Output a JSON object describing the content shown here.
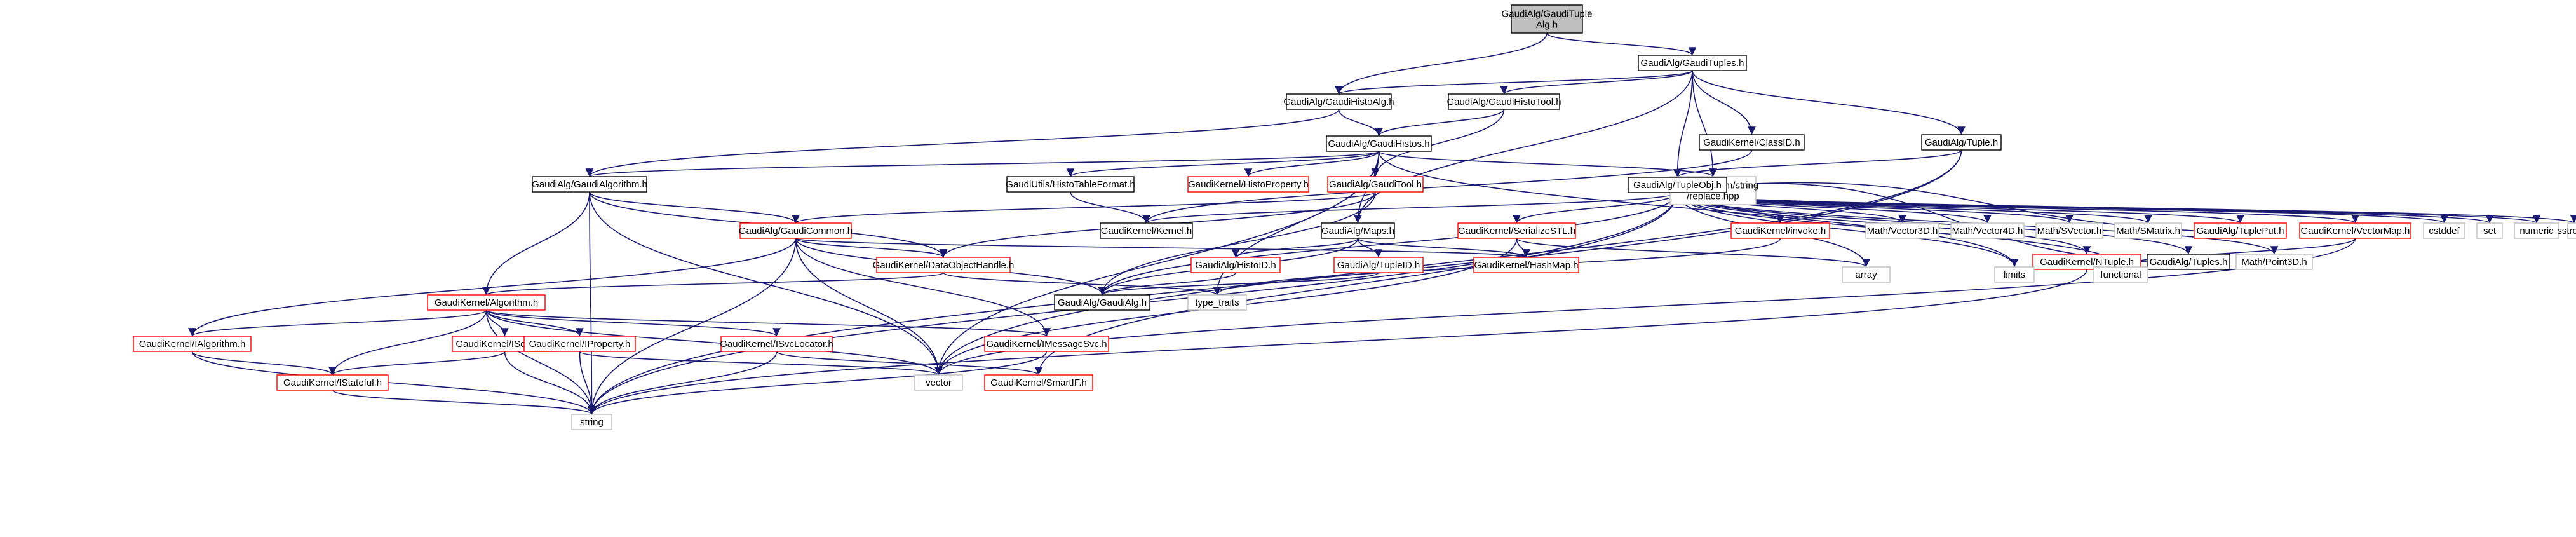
{
  "palette": {
    "root_fill": "#bfbfbf",
    "box_fill": "#ffffff",
    "black_border": "#000000",
    "red_border": "#ff0000",
    "gray_border": "#bfbfbf",
    "edge": "#191970"
  },
  "nodes": [
    {
      "id": "root",
      "label": "GaudiAlg/GaudiTuple\nAlg.h",
      "style": "root"
    },
    {
      "id": "gtuples",
      "label": "GaudiAlg/GaudiTuples.h",
      "style": "black"
    },
    {
      "id": "ghistoalg",
      "label": "GaudiAlg/GaudiHistoAlg.h",
      "style": "black"
    },
    {
      "id": "ghistotool",
      "label": "GaudiAlg/GaudiHistoTool.h",
      "style": "black"
    },
    {
      "id": "classid",
      "label": "GaudiKernel/ClassID.h",
      "style": "black"
    },
    {
      "id": "tupleh",
      "label": "GaudiAlg/Tuple.h",
      "style": "black"
    },
    {
      "id": "ghistos",
      "label": "GaudiAlg/GaudiHistos.h",
      "style": "black"
    },
    {
      "id": "boostrep",
      "label": "boost/algorithm/string\n/replace.hpp",
      "style": "gray"
    },
    {
      "id": "galgorithm",
      "label": "GaudiAlg/GaudiAlgorithm.h",
      "style": "black"
    },
    {
      "id": "histotable",
      "label": "GaudiUtils/HistoTableFormat.h",
      "style": "black"
    },
    {
      "id": "histoprop",
      "label": "GaudiKernel/HistoProperty.h",
      "style": "red"
    },
    {
      "id": "gtool",
      "label": "GaudiAlg/GaudiTool.h",
      "style": "red"
    },
    {
      "id": "tupleobj",
      "label": "GaudiAlg/TupleObj.h",
      "style": "black"
    },
    {
      "id": "gcommon",
      "label": "GaudiAlg/GaudiCommon.h",
      "style": "red"
    },
    {
      "id": "kernelh",
      "label": "GaudiKernel/Kernel.h",
      "style": "black"
    },
    {
      "id": "maps",
      "label": "GaudiAlg/Maps.h",
      "style": "black"
    },
    {
      "id": "serstl",
      "label": "GaudiKernel/SerializeSTL.h",
      "style": "red"
    },
    {
      "id": "invoke",
      "label": "GaudiKernel/invoke.h",
      "style": "red"
    },
    {
      "id": "vec3d",
      "label": "Math/Vector3D.h",
      "style": "gray"
    },
    {
      "id": "vec4d",
      "label": "Math/Vector4D.h",
      "style": "gray"
    },
    {
      "id": "svector",
      "label": "Math/SVector.h",
      "style": "gray"
    },
    {
      "id": "smatrix",
      "label": "Math/SMatrix.h",
      "style": "gray"
    },
    {
      "id": "tupleput",
      "label": "GaudiAlg/TuplePut.h",
      "style": "red"
    },
    {
      "id": "vectormap",
      "label": "GaudiKernel/VectorMap.h",
      "style": "red"
    },
    {
      "id": "cstddef",
      "label": "cstddef",
      "style": "gray"
    },
    {
      "id": "set",
      "label": "set",
      "style": "gray"
    },
    {
      "id": "numeric",
      "label": "numeric",
      "style": "gray"
    },
    {
      "id": "sstream",
      "label": "sstream",
      "style": "gray"
    },
    {
      "id": "ntuple",
      "label": "GaudiKernel/NTuple.h",
      "style": "red"
    },
    {
      "id": "tuplesh",
      "label": "GaudiAlg/Tuples.h",
      "style": "black"
    },
    {
      "id": "point3d",
      "label": "Math/Point3D.h",
      "style": "gray"
    },
    {
      "id": "dohandle",
      "label": "GaudiKernel/DataObjectHandle.h",
      "style": "red"
    },
    {
      "id": "histoid",
      "label": "GaudiAlg/HistoID.h",
      "style": "red"
    },
    {
      "id": "tupleid",
      "label": "GaudiAlg/TupleID.h",
      "style": "red"
    },
    {
      "id": "hashmap",
      "label": "GaudiKernel/HashMap.h",
      "style": "red"
    },
    {
      "id": "array",
      "label": "array",
      "style": "gray"
    },
    {
      "id": "limits",
      "label": "limits",
      "style": "gray"
    },
    {
      "id": "functional",
      "label": "functional",
      "style": "gray"
    },
    {
      "id": "kalgorithm",
      "label": "GaudiKernel/Algorithm.h",
      "style": "red"
    },
    {
      "id": "gaudialg",
      "label": "GaudiAlg/GaudiAlg.h",
      "style": "black"
    },
    {
      "id": "typetraits",
      "label": "type_traits",
      "style": "gray"
    },
    {
      "id": "ialgorithm",
      "label": "GaudiKernel/IAlgorithm.h",
      "style": "red"
    },
    {
      "id": "iservice",
      "label": "GaudiKernel/IService.h",
      "style": "red"
    },
    {
      "id": "iproperty",
      "label": "GaudiKernel/IProperty.h",
      "style": "red"
    },
    {
      "id": "isvclocator",
      "label": "GaudiKernel/ISvcLocator.h",
      "style": "red"
    },
    {
      "id": "imessagesvc",
      "label": "GaudiKernel/IMessageSvc.h",
      "style": "red"
    },
    {
      "id": "istateful",
      "label": "GaudiKernel/IStateful.h",
      "style": "red"
    },
    {
      "id": "vector",
      "label": "vector",
      "style": "gray"
    },
    {
      "id": "smartif",
      "label": "GaudiKernel/SmartIF.h",
      "style": "red"
    },
    {
      "id": "string",
      "label": "string",
      "style": "gray"
    }
  ],
  "edges": [
    [
      "root",
      "gtuples"
    ],
    [
      "root",
      "ghistoalg"
    ],
    [
      "gtuples",
      "ghistoalg"
    ],
    [
      "gtuples",
      "ghistotool"
    ],
    [
      "gtuples",
      "classid"
    ],
    [
      "gtuples",
      "tupleh"
    ],
    [
      "gtuples",
      "boostrep"
    ],
    [
      "gtuples",
      "maps"
    ],
    [
      "gtuples",
      "tupleobj"
    ],
    [
      "ghistoalg",
      "ghistos"
    ],
    [
      "ghistoalg",
      "galgorithm"
    ],
    [
      "ghistotool",
      "ghistos"
    ],
    [
      "ghistotool",
      "gtool"
    ],
    [
      "classid",
      "kernelh"
    ],
    [
      "tupleh",
      "tupleobj"
    ],
    [
      "tupleh",
      "vector"
    ],
    [
      "tupleh",
      "string"
    ],
    [
      "ghistos",
      "galgorithm"
    ],
    [
      "ghistos",
      "histotable"
    ],
    [
      "ghistos",
      "histoprop"
    ],
    [
      "ghistos",
      "gtool"
    ],
    [
      "ghistos",
      "boostrep"
    ],
    [
      "ghistos",
      "maps"
    ],
    [
      "ghistos",
      "typetraits"
    ],
    [
      "ghistos",
      "limits"
    ],
    [
      "ghistos",
      "vector"
    ],
    [
      "galgorithm",
      "gcommon"
    ],
    [
      "galgorithm",
      "kalgorithm"
    ],
    [
      "galgorithm",
      "dohandle"
    ],
    [
      "galgorithm",
      "string"
    ],
    [
      "galgorithm",
      "vector"
    ],
    [
      "histotable",
      "kernelh"
    ],
    [
      "gtool",
      "gcommon"
    ],
    [
      "gtool",
      "dohandle"
    ],
    [
      "gtool",
      "gaudialg"
    ],
    [
      "tupleobj",
      "kernelh"
    ],
    [
      "tupleobj",
      "vec3d"
    ],
    [
      "tupleobj",
      "vec4d"
    ],
    [
      "tupleobj",
      "svector"
    ],
    [
      "tupleobj",
      "smatrix"
    ],
    [
      "tupleobj",
      "tupleput"
    ],
    [
      "tupleobj",
      "vectormap"
    ],
    [
      "tupleobj",
      "cstddef"
    ],
    [
      "tupleobj",
      "set"
    ],
    [
      "tupleobj",
      "numeric"
    ],
    [
      "tupleobj",
      "sstream"
    ],
    [
      "tupleobj",
      "ntuple"
    ],
    [
      "tupleobj",
      "tuplesh"
    ],
    [
      "tupleobj",
      "point3d"
    ],
    [
      "tupleobj",
      "serstl"
    ],
    [
      "tupleobj",
      "invoke"
    ],
    [
      "tupleobj",
      "array"
    ],
    [
      "tupleobj",
      "limits"
    ],
    [
      "tupleobj",
      "functional"
    ],
    [
      "tupleobj",
      "gaudialg"
    ],
    [
      "tupleobj",
      "string"
    ],
    [
      "tupleobj",
      "smartif"
    ],
    [
      "tupleput",
      "tupleobj"
    ],
    [
      "tuplesh",
      "tupleobj"
    ],
    [
      "gcommon",
      "dohandle"
    ],
    [
      "gcommon",
      "hashmap"
    ],
    [
      "gcommon",
      "ialgorithm"
    ],
    [
      "gcommon",
      "imessagesvc"
    ],
    [
      "gcommon",
      "vector"
    ],
    [
      "gcommon",
      "string"
    ],
    [
      "gcommon",
      "gaudialg"
    ],
    [
      "maps",
      "histoid"
    ],
    [
      "maps",
      "tupleid"
    ],
    [
      "maps",
      "hashmap"
    ],
    [
      "maps",
      "gaudialg"
    ],
    [
      "serstl",
      "hashmap"
    ],
    [
      "serstl",
      "array"
    ],
    [
      "serstl",
      "vector"
    ],
    [
      "invoke",
      "typetraits"
    ],
    [
      "vectormap",
      "vector"
    ],
    [
      "vectormap",
      "functional"
    ],
    [
      "ntuple",
      "string"
    ],
    [
      "histoid",
      "gaudialg"
    ],
    [
      "tupleid",
      "gaudialg"
    ],
    [
      "dohandle",
      "kalgorithm"
    ],
    [
      "dohandle",
      "typetraits"
    ],
    [
      "kalgorithm",
      "ialgorithm"
    ],
    [
      "kalgorithm",
      "iservice"
    ],
    [
      "kalgorithm",
      "iproperty"
    ],
    [
      "kalgorithm",
      "isvclocator"
    ],
    [
      "kalgorithm",
      "imessagesvc"
    ],
    [
      "kalgorithm",
      "istateful"
    ],
    [
      "kalgorithm",
      "vector"
    ],
    [
      "kalgorithm",
      "string"
    ],
    [
      "ialgorithm",
      "istateful"
    ],
    [
      "ialgorithm",
      "string"
    ],
    [
      "iservice",
      "istateful"
    ],
    [
      "iservice",
      "string"
    ],
    [
      "iproperty",
      "string"
    ],
    [
      "iproperty",
      "vector"
    ],
    [
      "isvclocator",
      "smartif"
    ],
    [
      "isvclocator",
      "string"
    ],
    [
      "imessagesvc",
      "string"
    ],
    [
      "istateful",
      "string"
    ]
  ]
}
